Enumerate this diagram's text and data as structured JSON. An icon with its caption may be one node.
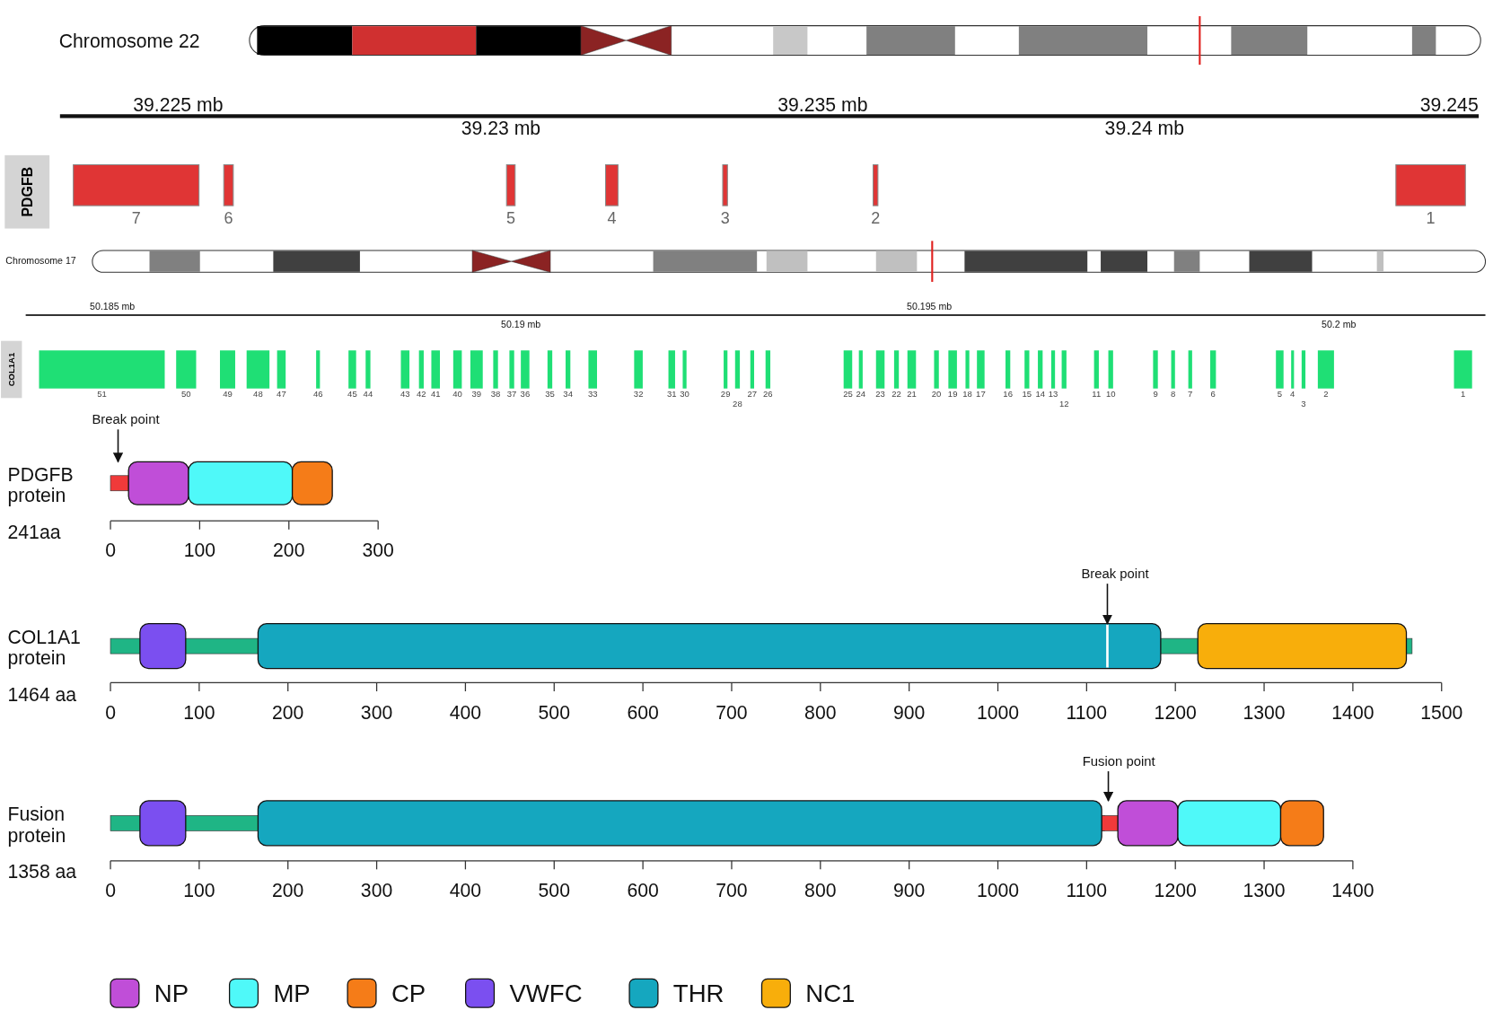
{
  "diagram": {
    "nodes": [
      {
        "text": [
          "PDGFB"
        ]
      },
      {
        "text": [
          "COL1A1"
        ]
      },
      {
        "text": [
          "Break point"
        ]
      },
      {
        "text": [],
        "shape": "bar"
      },
      {
        "text": [
          "Break point"
        ]
      },
      {
        "text": [],
        "shape": "bar"
      },
      {
        "text": [
          "Fusion point"
        ]
      },
      {
        "text": [],
        "shape": "bar"
      }
    ],
    "edges": [
      {
        "from": 2,
        "to": 3,
        "arrow": "to"
      },
      {
        "from": 4,
        "to": 5,
        "arrow": "to"
      },
      {
        "from": 6,
        "to": 7,
        "arrow": "to"
      }
    ],
    "labels": [
      "Chromosome 22",
      "39.225 mb",
      "39.235 mb",
      "39.245",
      "39.23 mb",
      "39.24 mb",
      "7",
      "6",
      "5",
      "4",
      "3",
      "2",
      "1",
      "Chromosome 17",
      "50.185 mb",
      "50.19 mb",
      "50.195 mb",
      "50.2 mb",
      "51",
      "50",
      "49",
      "48",
      "47",
      "46",
      "45",
      "44",
      "43",
      "42",
      "41",
      "40",
      "39",
      "38",
      "37",
      "36",
      "35",
      "34",
      "33",
      "32",
      "31",
      "30",
      "29",
      "28",
      "27",
      "26",
      "25",
      "24",
      "23",
      "22",
      "21",
      "20",
      "19",
      "18",
      "17",
      "16",
      "15",
      "14",
      "13",
      "12",
      "11",
      "10",
      "9",
      "8",
      "7",
      "6",
      "5",
      "4",
      "3",
      "2",
      "1",
      "PDGFB protein",
      "241aa",
      "0",
      "100",
      "200",
      "300",
      "COL1A1 protein",
      "1464 aa",
      "0",
      "100",
      "200",
      "300",
      "400",
      "500",
      "600",
      "700",
      "800",
      "900",
      "1000",
      "1100",
      "1200",
      "1300",
      "1400",
      "1500",
      "Fusion protein",
      "1358 aa",
      "0",
      "100",
      "200",
      "300",
      "400",
      "500",
      "600",
      "700",
      "800",
      "900",
      "1000",
      "1100",
      "1200",
      "1300",
      "1400"
    ],
    "legend": [
      {
        "text": "NP",
        "color": "#c04ed8"
      },
      {
        "text": "MP",
        "color": "#4ff9f9"
      },
      {
        "text": "CP",
        "color": "#f57c18"
      },
      {
        "text": "VWFC",
        "color": "#7b4ff0"
      },
      {
        "text": "THR",
        "color": "#15a7bf"
      },
      {
        "text": "NC1",
        "color": "#f8ae0b"
      }
    ]
  }
}
